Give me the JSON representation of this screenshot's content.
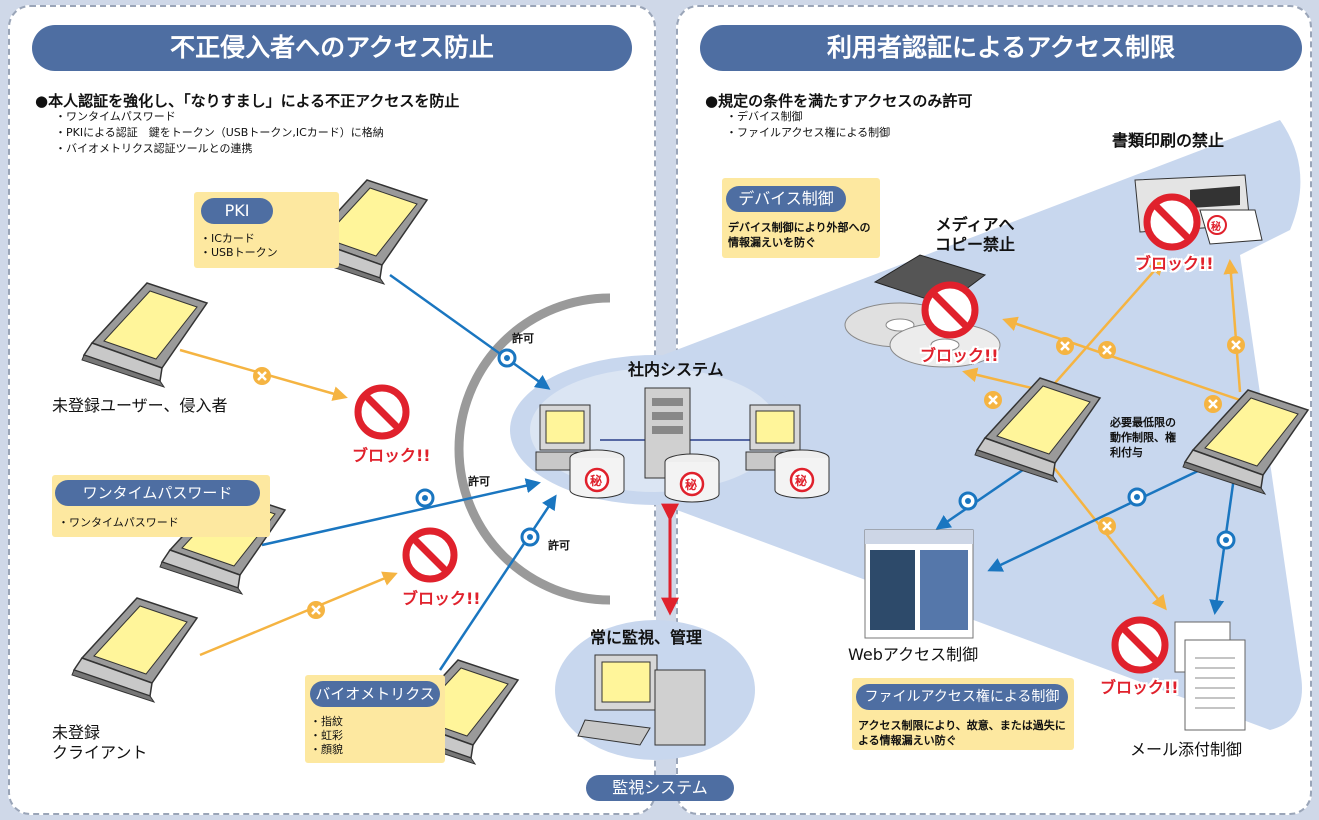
{
  "left_panel": {
    "title": "不正侵入者へのアクセス防止",
    "heading": "●本人認証を強化し、「なりすまし」による不正アクセスを防止",
    "sub_items": [
      "・ワンタイムパスワード",
      "・PKIによる認証　鍵をトークン（USBトークン,ICカード）に格納",
      "・バイオメトリクス認証ツールとの連携"
    ],
    "pki_box": {
      "label": "PKI",
      "items": [
        "・ICカード",
        "・USBトークン"
      ]
    },
    "otp_box": {
      "label": "ワンタイムパスワード",
      "items": [
        "・ワンタイムパスワード"
      ]
    },
    "bio_box": {
      "label": "バイオメトリクス",
      "items": [
        "・指紋",
        "・虹彩",
        "・顔貌"
      ]
    },
    "unregistered_user": "未登録ユーザー、侵入者",
    "unregistered_client": [
      "未登録",
      "クライアント"
    ],
    "permit_label": "許可",
    "block_label": "ブロック!!"
  },
  "center": {
    "internal_system": "社内システム",
    "monitor_always": "常に監視、管理",
    "monitor_system": "監視システム",
    "secret_mark": "秘"
  },
  "right_panel": {
    "title": "利用者認証によるアクセス制限",
    "heading": "●規定の条件を満たすアクセスのみ許可",
    "sub_items": [
      "・デバイス制御",
      "・ファイルアクセス権による制御"
    ],
    "device_box": {
      "label": "デバイス制御",
      "desc": "デバイス制御により外部への情報漏えいを防ぐ"
    },
    "file_box": {
      "label": "ファイルアクセス権による制御",
      "desc": "アクセス制限により、故意、または過失による情報漏えい防ぐ"
    },
    "print_ban": "書類印刷の禁止",
    "media_ban": [
      "メディアへ",
      "コピー禁止"
    ],
    "web_control": "Webアクセス制御",
    "mail_control": "メール添付制御",
    "min_rights": [
      "必要最低限の",
      "動作制限、権",
      "利付与"
    ],
    "block_label": "ブロック!!"
  },
  "colors": {
    "title_bg": "#4e6ea2",
    "box_bg": "#fde8a0",
    "allow": "#1a76c0",
    "deny": "#f5b442",
    "block": "#e0212c"
  }
}
